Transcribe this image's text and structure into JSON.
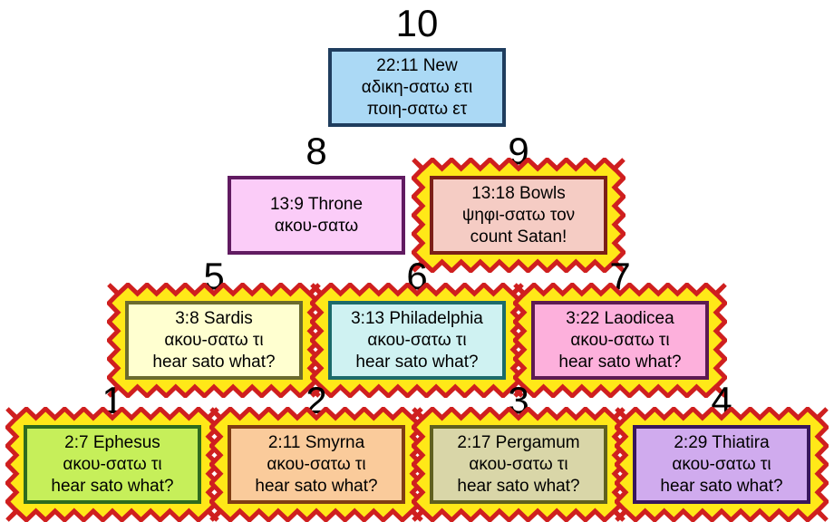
{
  "page": {
    "background": "#ffffff"
  },
  "burst_style": {
    "fill": "#FFE818",
    "stroke": "#CF1F1F"
  },
  "nodes": [
    {
      "number": "1",
      "line1": "2:7 Ephesus",
      "line2": "ακου-σατω τι",
      "line3": "hear sato what?",
      "fill": "#C6EF5A",
      "border": "#2E6B1E",
      "burst": true
    },
    {
      "number": "2",
      "line1": "2:11 Smyrna",
      "line2": "ακου-σατω τι",
      "line3": "hear sato what?",
      "fill": "#FACB9B",
      "border": "#7F3D14",
      "burst": true
    },
    {
      "number": "3",
      "line1": "2:17 Pergamum",
      "line2": "ακου-σατω τι",
      "line3": "hear sato what?",
      "fill": "#D9D6A8",
      "border": "#60601F",
      "burst": true
    },
    {
      "number": "4",
      "line1": "2:29 Thiatira",
      "line2": "ακου-σατω τι",
      "line3": "hear sato what?",
      "fill": "#D0ABEE",
      "border": "#38175C",
      "burst": true
    },
    {
      "number": "5",
      "line1": "3:8 Sardis",
      "line2": "ακου-σατω τι",
      "line3": "hear sato what?",
      "fill": "#FFFFD0",
      "border": "#6B6B2D",
      "burst": true
    },
    {
      "number": "6",
      "line1": "3:13 Philadelphia",
      "line2": "ακου-σατω τι",
      "line3": "hear sato what?",
      "fill": "#CFF2F2",
      "border": "#1C6B6B",
      "burst": true
    },
    {
      "number": "7",
      "line1": "3:22 Laodicea",
      "line2": "ακου-σατω τι",
      "line3": "hear sato what?",
      "fill": "#FDB0DC",
      "border": "#5E1A52",
      "burst": true
    },
    {
      "number": "8",
      "line1": "13:9 Throne",
      "line2": "ακου-σατω",
      "fill": "#FBCCF8",
      "border": "#611B61",
      "burst": false
    },
    {
      "number": "9",
      "line1": "13:18 Bowls",
      "line2": "ψηφι-σατω τον",
      "line3": "count Satan!",
      "fill": "#F5CCC4",
      "border": "#7B2017",
      "burst": true
    },
    {
      "number": "10",
      "line1": "22:11 New",
      "line2": "αδικη-σατω ετι",
      "line3": "ποιη-σατω ετ",
      "fill": "#ABD9F5",
      "border": "#1F3D5E",
      "burst": false
    }
  ]
}
